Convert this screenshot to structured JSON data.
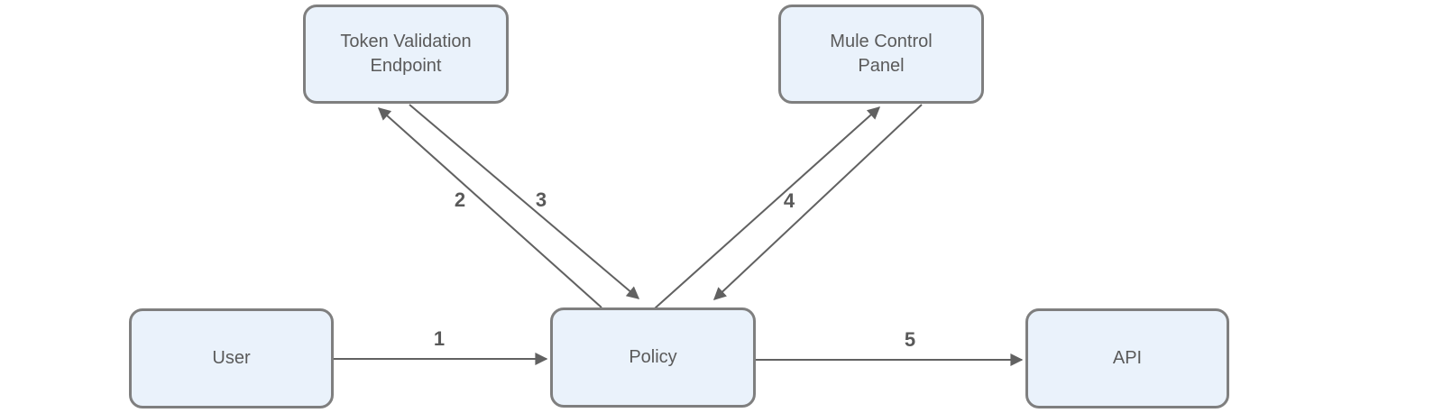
{
  "diagram": {
    "type": "flow-diagram",
    "background": "#ffffff",
    "nodes": [
      {
        "id": "token-validation-endpoint",
        "label": "Token Validation Endpoint"
      },
      {
        "id": "mule-control-panel",
        "label": "Mule Control Panel"
      },
      {
        "id": "user",
        "label": "User"
      },
      {
        "id": "policy",
        "label": "Policy"
      },
      {
        "id": "api",
        "label": "API"
      }
    ],
    "edges": [
      {
        "label": "1",
        "from": "User",
        "to": "Policy",
        "direction": "one-way"
      },
      {
        "label": "2",
        "from": "Policy",
        "to": "Token Validation Endpoint",
        "direction": "one-way"
      },
      {
        "label": "3",
        "from": "Token Validation Endpoint",
        "to": "Policy",
        "direction": "one-way"
      },
      {
        "label": "4",
        "from": "Mule Control Panel",
        "to": "Policy",
        "direction": "both"
      },
      {
        "label": "5",
        "from": "Policy",
        "to": "API",
        "direction": "one-way"
      }
    ],
    "colors": {
      "node_fill": "#eaf2fb",
      "node_border": "#7f7f7f",
      "node_text": "#5a5a5a",
      "edge_line": "#616161",
      "edge_label_text": "#595959",
      "background": "#ffffff"
    }
  }
}
